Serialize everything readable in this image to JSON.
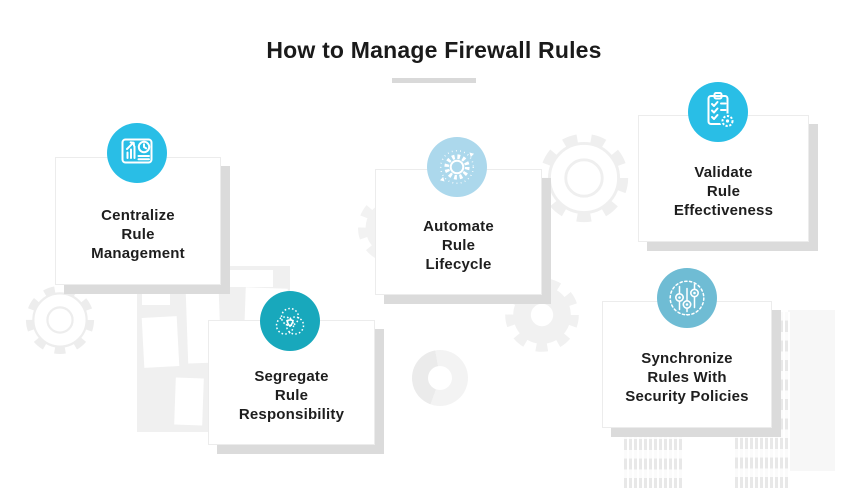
{
  "title": "How to Manage Firewall Rules",
  "accent": {
    "cyan": "#29bee6",
    "teal": "#18a8bc",
    "light_blue": "#acd8ec",
    "soft_blue": "#6fbcd4",
    "card_shadow": "#dbdbdb",
    "title_underline": "#d9d9d9",
    "decor_gray": "#efefef"
  },
  "cards": [
    {
      "label": "Centralize\nRule\nManagement",
      "icon": "dashboard-chart-icon",
      "circle_color": "#29bee6"
    },
    {
      "label": "Segregate\nRule\nResponsibility",
      "icon": "venn-diagram-icon",
      "circle_color": "#18a8bc"
    },
    {
      "label": "Automate\nRule\nLifecycle",
      "icon": "automation-cycle-gear-icon",
      "circle_color": "#acd8ec"
    },
    {
      "label": "Validate\nRule\nEffectiveness",
      "icon": "checklist-gear-icon",
      "circle_color": "#29bee6"
    },
    {
      "label": "Synchronize\nRules With\nSecurity Policies",
      "icon": "sliders-sync-icon",
      "circle_color": "#6fbcd4"
    }
  ],
  "decorations": [
    "gear-outline",
    "gear-filled",
    "donut-chart",
    "floor-plan",
    "city-buildings"
  ]
}
